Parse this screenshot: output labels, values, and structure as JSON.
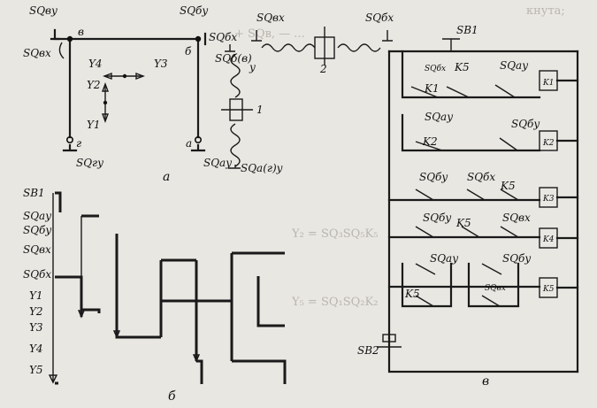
{
  "colors": {
    "background": "#e9e7e2",
    "ink": "#1a1a1a",
    "bleed_through": "#b9b6ae"
  },
  "bleed_through": {
    "line1": "кнута;",
    "line2": "+ SQв,  — ...",
    "line3": "Y₂ = SQ₃SQ₅K₅",
    "line4": "Y₅ = SQ₁SQ₂K₂"
  },
  "diagram_a": {
    "caption": "а",
    "sq_vu": "SQву",
    "sq_vx": "SQвх",
    "node_v": "в",
    "sq_bu": "SQбу",
    "sq_bx": "SQбх",
    "node_b": "б",
    "node_g": "г",
    "sq_gu": "SQгу",
    "node_a": "а",
    "sq_au": "SQау",
    "y1": "Y1",
    "y2": "Y2",
    "y3": "Y3",
    "y4": "Y4",
    "sq_bv": "SQб(в)",
    "u_label": "у",
    "cyl1": "1",
    "sq_agu": "SQа(г)у",
    "sq_vx2": "SQвх",
    "sq_bx2": "SQбх",
    "cyl2": "2"
  },
  "diagram_b": {
    "caption": "б",
    "rows": [
      "SB1",
      "SQау",
      "SQбу",
      "SQвх",
      "SQбх",
      "Y1",
      "Y2",
      "Y3",
      "Y4",
      "Y5"
    ]
  },
  "diagram_v": {
    "caption": "в",
    "sb1": "SB1",
    "sb2": "SB2",
    "sq_bx": "SQбх",
    "k5": "K5",
    "sq_au": "SQау",
    "k1": "K1",
    "k1_coil": "K1",
    "sq_au2": "SQау",
    "k2": "K2",
    "sq_bu": "SQбу",
    "k2_coil": "K2",
    "r3_sq_bu": "SQбу",
    "r3_sq_bx": "SQбх",
    "r3_k5": "K5",
    "k3_coil": "K3",
    "r4_sq_bu": "SQбу",
    "r4_k5": "K5",
    "r4_sq_vx": "SQвх",
    "k4_coil": "K4",
    "r5_sq_au": "SQау",
    "r5_sq_bu": "SQбу",
    "r5_k5": "K5",
    "r5_sq_vx": "SQвх",
    "k5_coil": "K5"
  }
}
